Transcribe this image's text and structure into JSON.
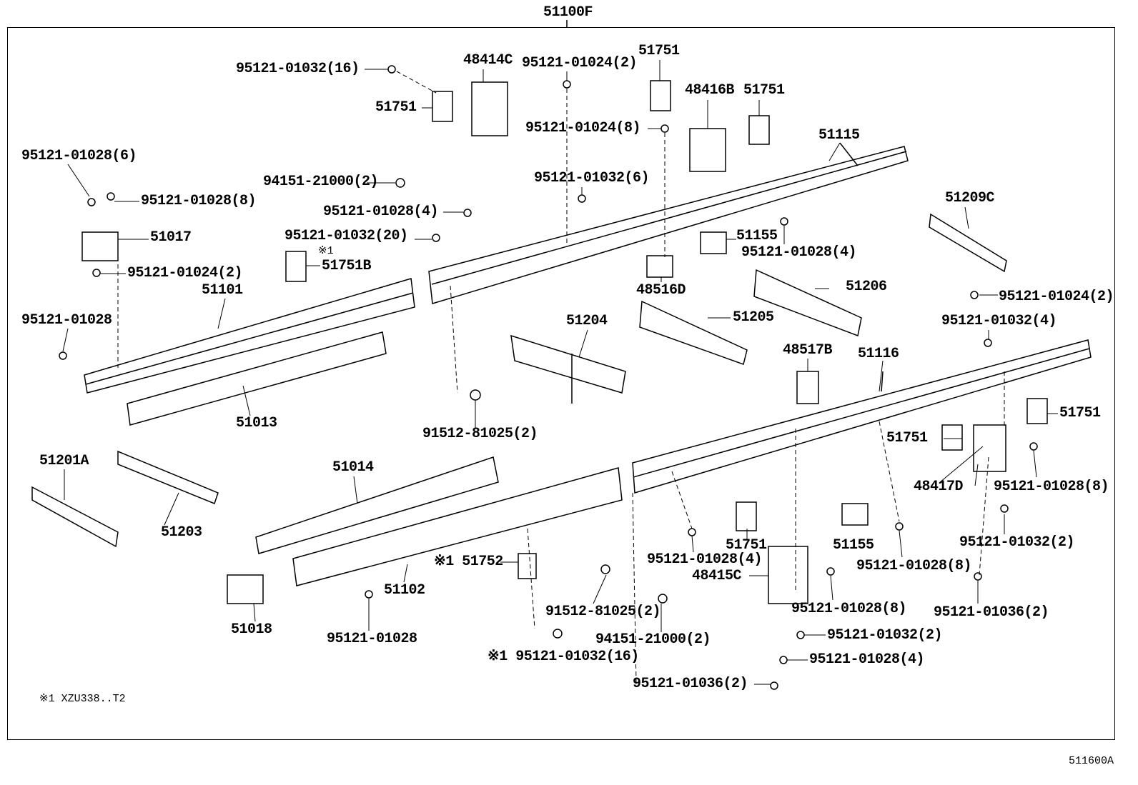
{
  "diagram_title": "51100F",
  "figure_code": "511600A",
  "footnote": "※1  XZU338..T2",
  "labels": [
    "95121-01032(16)",
    "48414C",
    "95121-01024(2)",
    "51751",
    "51751",
    "95121-01024(8)",
    "48416B",
    "51751",
    "51115",
    "95121-01028(6)",
    "94151-21000(2)",
    "95121-01032(6)",
    "95121-01028(8)",
    "51209C",
    "95121-01028(4)",
    "51017",
    "95121-01032(20)",
    "※1",
    "51155",
    "95121-01028(4)",
    "51751B",
    "95121-01024(2)",
    "51101",
    "48516D",
    "51206",
    "95121-01024(2)",
    "51205",
    "95121-01028",
    "51204",
    "95121-01032(4)",
    "48517B",
    "51116",
    "51013",
    "51751",
    "91512-81025(2)",
    "51751",
    "51201A",
    "51014",
    "48417D",
    "95121-01028(8)",
    "51203",
    "51751",
    "51155",
    "95121-01032(2)",
    "95121-01028(4)",
    "※1 51752",
    "48415C",
    "95121-01028(8)",
    "51102",
    "95121-01028(8)",
    "95121-01036(2)",
    "91512-81025(2)",
    "51018",
    "95121-01028",
    "94151-21000(2)",
    "95121-01032(2)",
    "※1 95121-01032(16)",
    "95121-01028(4)",
    "95121-01036(2)"
  ]
}
